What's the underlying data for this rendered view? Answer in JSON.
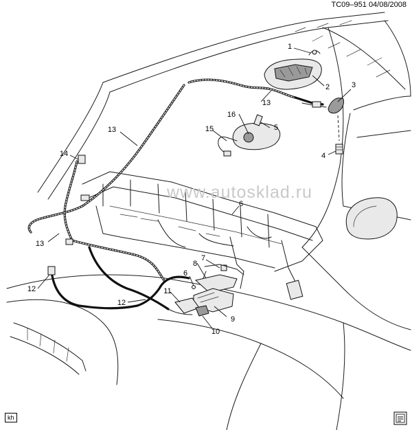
{
  "header": {
    "reference": "TC09–951  04/08/2008"
  },
  "footer": {
    "badge": "kh"
  },
  "watermark": {
    "text": "www.autosklad.ru"
  },
  "callouts": [
    {
      "id": "c1",
      "label": "1"
    },
    {
      "id": "c2",
      "label": "2"
    },
    {
      "id": "c3",
      "label": "3"
    },
    {
      "id": "c4",
      "label": "4"
    },
    {
      "id": "c5",
      "label": "5"
    },
    {
      "id": "c6a",
      "label": "6"
    },
    {
      "id": "c6b",
      "label": "6"
    },
    {
      "id": "c7",
      "label": "7"
    },
    {
      "id": "c8",
      "label": "8"
    },
    {
      "id": "c9",
      "label": "9"
    },
    {
      "id": "c10",
      "label": "10"
    },
    {
      "id": "c11",
      "label": "11"
    },
    {
      "id": "c12a",
      "label": "12"
    },
    {
      "id": "c12b",
      "label": "12"
    },
    {
      "id": "c13a",
      "label": "13"
    },
    {
      "id": "c13b",
      "label": "13"
    },
    {
      "id": "c13c",
      "label": "13"
    },
    {
      "id": "c14",
      "label": "14"
    },
    {
      "id": "c15",
      "label": "15"
    },
    {
      "id": "c16",
      "label": "16"
    }
  ]
}
